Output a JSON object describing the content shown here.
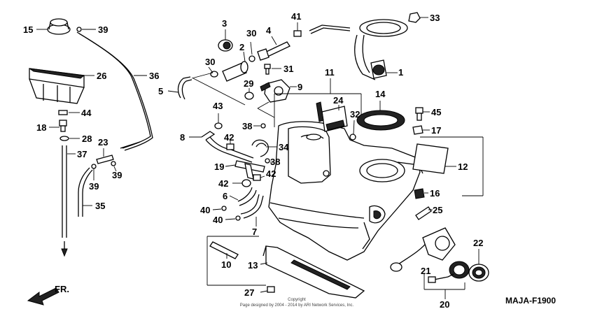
{
  "diagram_code": "MAJA-F1900",
  "direction_label": "FR.",
  "copyright": {
    "line1": "Copyright",
    "line2": "Page designed by 2004 - 2014 by ARI Network Services, Inc."
  },
  "callouts": [
    "1",
    "2",
    "3",
    "4",
    "5",
    "6",
    "7",
    "8",
    "9",
    "10",
    "11",
    "12",
    "13",
    "14",
    "15",
    "16",
    "17",
    "18",
    "19",
    "20",
    "21",
    "22",
    "23",
    "24",
    "25",
    "26",
    "27",
    "28",
    "29",
    "30",
    "31",
    "32",
    "33",
    "34",
    "35",
    "36",
    "37",
    "38",
    "39",
    "40",
    "41",
    "42",
    "43",
    "44",
    "45"
  ]
}
